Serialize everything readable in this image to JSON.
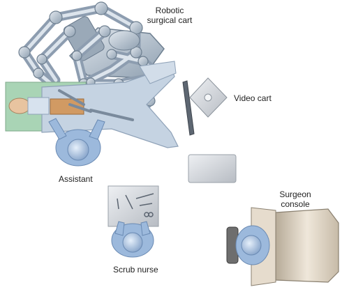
{
  "labels": {
    "robotic_cart_line1": "Robotic",
    "robotic_cart_line2": "surgical cart",
    "video_cart": "Video cart",
    "assistant": "Assistant",
    "surgeon_console_line1": "Surgeon",
    "surgeon_console_line2": "console",
    "scrub_nurse": "Scrub nurse"
  },
  "colors": {
    "arm": "#b9c6d3",
    "arm_dark": "#7f91a3",
    "drape": "#c5d3e2",
    "table": "#a9d4b5",
    "gown": "#9cb9dc",
    "console": "#d9cfc0",
    "console_dark": "#8a8070",
    "tray": "#c9ccd1",
    "skin": "#e8c4a0",
    "field": "#d19a63"
  }
}
